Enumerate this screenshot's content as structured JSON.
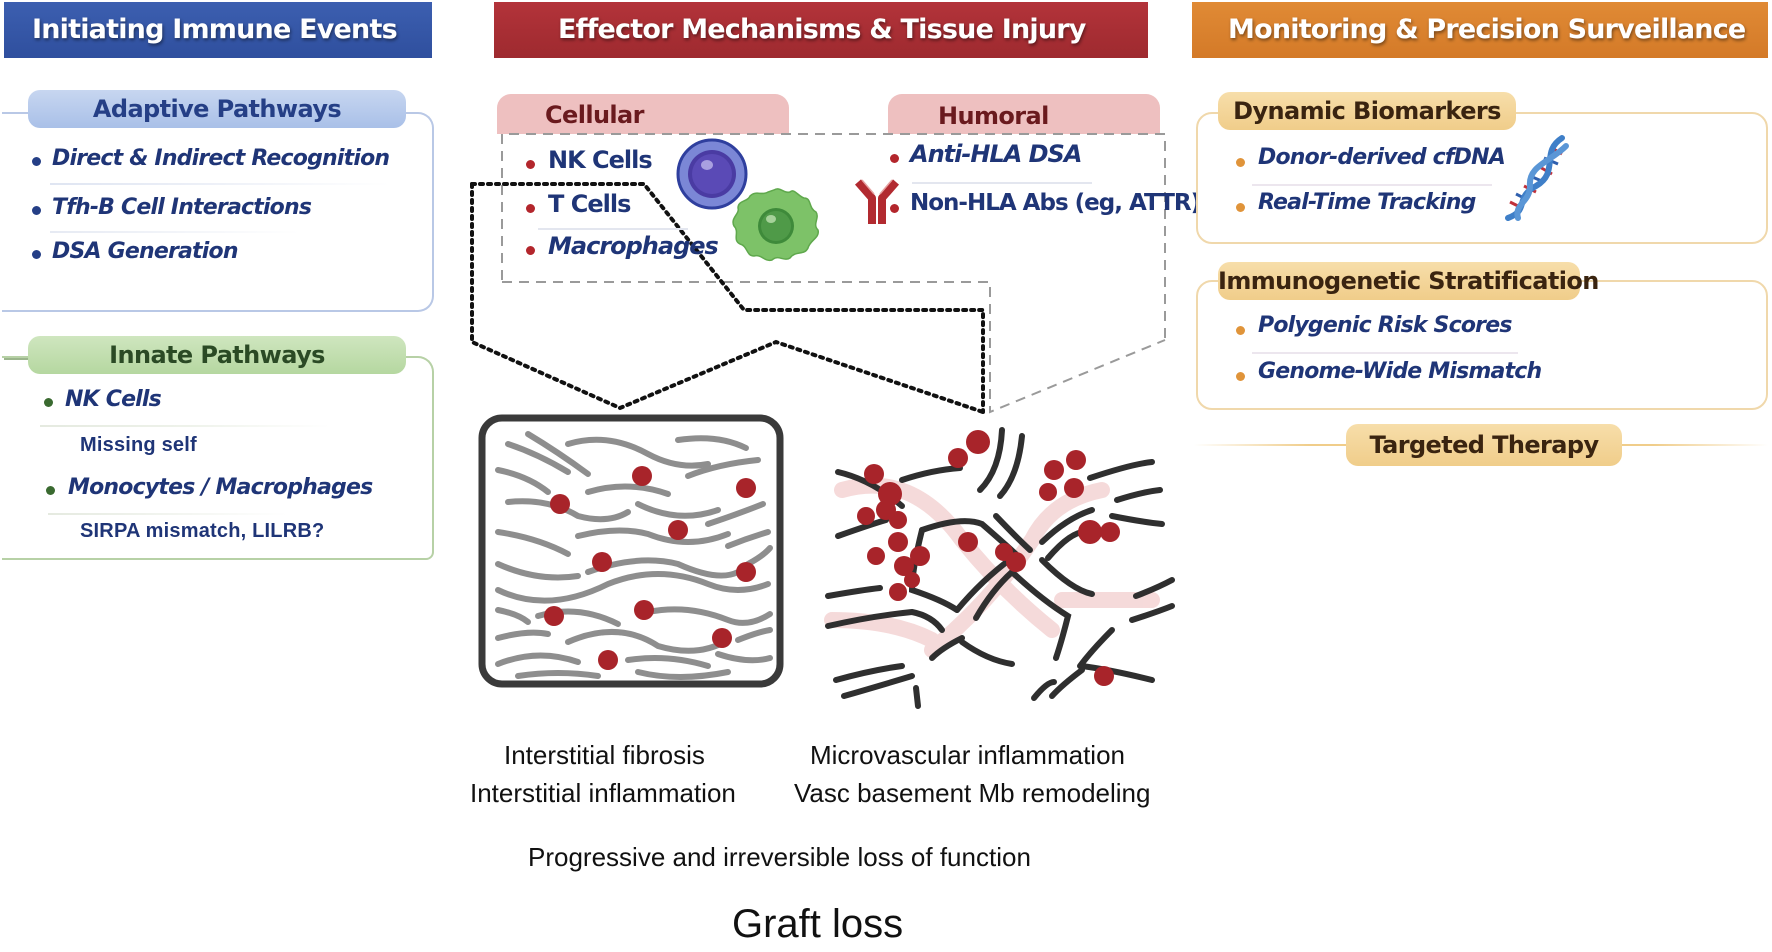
{
  "columns": {
    "initiating": {
      "title": "Initiating Immune Events",
      "color": "#3356a6",
      "adaptive": {
        "title": "Adaptive Pathways",
        "items": [
          "Direct & Indirect Recognition",
          "Tfh-B Cell Interactions",
          "DSA Generation"
        ]
      },
      "innate": {
        "title": "Innate Pathways",
        "items": [
          {
            "label": "NK Cells",
            "detail": "Missing self"
          },
          {
            "label": "Monocytes / Macrophages",
            "detail": "SIRPA mismatch, LILRB?"
          }
        ]
      }
    },
    "effector": {
      "title": "Effector Mechanisms & Tissue Injury",
      "color": "#a62d33",
      "cellular": {
        "title": "Cellular",
        "items": [
          "NK Cells",
          "T Cells",
          "Macrophages"
        ]
      },
      "humoral": {
        "title": "Humoral",
        "items": [
          "Anti-HLA DSA",
          "Non-HLA Abs (eg, ATTR)"
        ]
      },
      "icons": {
        "nk_cell": "lymphocyte-cell-icon",
        "macrophage": "macrophage-cell-icon",
        "antibody": "antibody-icon",
        "interstitium": "interstitial-fibrosis-illustration",
        "microvasculature": "microvascular-inflammation-illustration"
      },
      "lesions": {
        "interstitial": [
          "Interstitial fibrosis",
          "Interstitial inflammation"
        ],
        "microvascular": [
          "Microvascular inflammation",
          "Vasc basement Mb remodeling"
        ]
      },
      "progression": "Progressive and irreversible loss of function",
      "outcome": "Graft loss"
    },
    "monitoring": {
      "title": "Monitoring & Precision Surveillance",
      "color": "#d98030",
      "biomarkers": {
        "title": "Dynamic Biomarkers",
        "items": [
          "Donor-derived cfDNA",
          "Real-Time Tracking"
        ],
        "icon": "dna-helix-icon"
      },
      "stratification": {
        "title": "Immunogenetic Stratification",
        "items": [
          "Polygenic Risk Scores",
          "Genome-Wide Mismatch"
        ]
      },
      "therapy": "Targeted Therapy"
    }
  }
}
